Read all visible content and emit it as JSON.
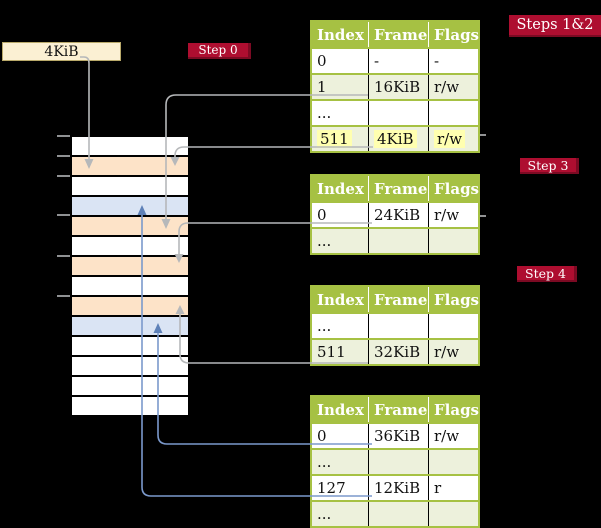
{
  "title_box": {
    "label": "4KiB"
  },
  "badges": {
    "step0": "Step 0",
    "steps12": "Steps 1&2",
    "step3": "Step 3",
    "step4": "Step 4"
  },
  "colors": {
    "background": "#000000",
    "table_header_green": "#a6c143",
    "table_row_green": "#edf1dc",
    "memory_orange": "#fde3c8",
    "memory_blue": "#dae4f4",
    "badge_red": "#ae0e30",
    "highlight_yellow": "#ffffb0",
    "arrow_gray": "#b6b8ba",
    "arrow_blue": "#7b99cc",
    "box_cream": "#fbf0d3"
  },
  "memory_column": {
    "rows": [
      "white",
      "orange",
      "white",
      "blue",
      "orange",
      "white",
      "orange",
      "white",
      "orange",
      "blue",
      "white",
      "white",
      "white",
      "white"
    ]
  },
  "tables": {
    "t1": {
      "headers": [
        "Index",
        "Frame",
        "Flags"
      ],
      "rows": [
        [
          "0",
          "-",
          "-"
        ],
        [
          "1",
          "16KiB",
          "r/w"
        ],
        [
          "...",
          "",
          ""
        ],
        [
          "511",
          "4KiB",
          "r/w"
        ]
      ]
    },
    "t2": {
      "headers": [
        "Index",
        "Frame",
        "Flags"
      ],
      "rows": [
        [
          "0",
          "24KiB",
          "r/w"
        ],
        [
          "...",
          "",
          ""
        ]
      ]
    },
    "t3": {
      "headers": [
        "Index",
        "Frame",
        "Flags"
      ],
      "rows": [
        [
          "...",
          "",
          ""
        ],
        [
          "511",
          "32KiB",
          "r/w"
        ]
      ]
    },
    "t4": {
      "headers": [
        "Index",
        "Frame",
        "Flags"
      ],
      "rows": [
        [
          "0",
          "36KiB",
          "r/w"
        ],
        [
          "...",
          "",
          ""
        ],
        [
          "127",
          "12KiB",
          "r"
        ],
        [
          "...",
          "",
          ""
        ]
      ]
    }
  }
}
